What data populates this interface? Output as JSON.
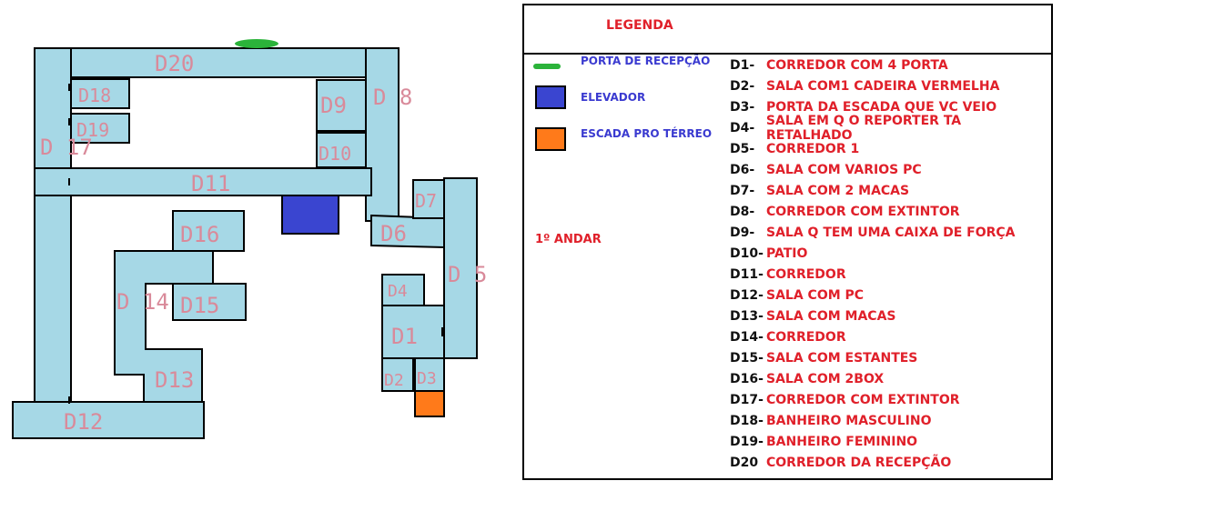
{
  "legend": {
    "title": "LEGENDA",
    "keys": [
      {
        "text": "PORTA DE RECEPÇÃO",
        "color": "#2bb33a",
        "shape": "stroke"
      },
      {
        "text": "ELEVADOR",
        "color": "#3a45d0",
        "shape": "square"
      },
      {
        "text": "ESCADA PRO TÉRREO",
        "color": "#ff7a1a",
        "shape": "square"
      }
    ],
    "floor": "1º ANDAR",
    "rooms": [
      {
        "code": "D1-",
        "desc": "CORREDOR COM 4 PORTA"
      },
      {
        "code": "D2-",
        "desc": "SALA COM1 CADEIRA VERMELHA"
      },
      {
        "code": "D3-",
        "desc": "PORTA DA ESCADA QUE VC VEIO"
      },
      {
        "code": "D4-",
        "desc": "SALA EM Q O REPORTER TA RETALHADO"
      },
      {
        "code": "D5-",
        "desc": "CORREDOR 1"
      },
      {
        "code": "D6-",
        "desc": "SALA COM VARIOS PC"
      },
      {
        "code": "D7-",
        "desc": "SALA COM 2 MACAS"
      },
      {
        "code": "D8-",
        "desc": "CORREDOR COM EXTINTOR"
      },
      {
        "code": "D9-",
        "desc": "SALA Q TEM UMA CAIXA DE FORÇA"
      },
      {
        "code": "D10-",
        "desc": "PATIO"
      },
      {
        "code": "D11-",
        "desc": "CORREDOR"
      },
      {
        "code": "D12-",
        "desc": "SALA COM PC"
      },
      {
        "code": "D13-",
        "desc": "SALA COM MACAS"
      },
      {
        "code": "D14-",
        "desc": "CORREDOR"
      },
      {
        "code": "D15-",
        "desc": "SALA COM ESTANTES"
      },
      {
        "code": "D16-",
        "desc": "SALA COM 2BOX"
      },
      {
        "code": "D17-",
        "desc": "CORREDOR COM EXTINTOR"
      },
      {
        "code": "D18-",
        "desc": "BANHEIRO MASCULINO"
      },
      {
        "code": "D19-",
        "desc": "BANHEIRO FEMININO"
      },
      {
        "code": "D20",
        "desc": "CORREDOR DA RECEPÇÃO"
      }
    ]
  },
  "map": {
    "room_fill": "#a6d8e6",
    "labels": {
      "d20": "D20",
      "d18": "D18",
      "d19": "D19",
      "d17": "D 17",
      "d11": "D11",
      "d9": "D9",
      "d10": "D10",
      "d8": "D 8",
      "d7": "D7",
      "d6": "D6",
      "d16": "D16",
      "d15": "D15",
      "d14": "D 14",
      "d13": "D13",
      "d12": "D12",
      "d5": "D 5",
      "d4": "D4",
      "d1": "D1",
      "d2": "D2",
      "d3": "D3"
    }
  }
}
